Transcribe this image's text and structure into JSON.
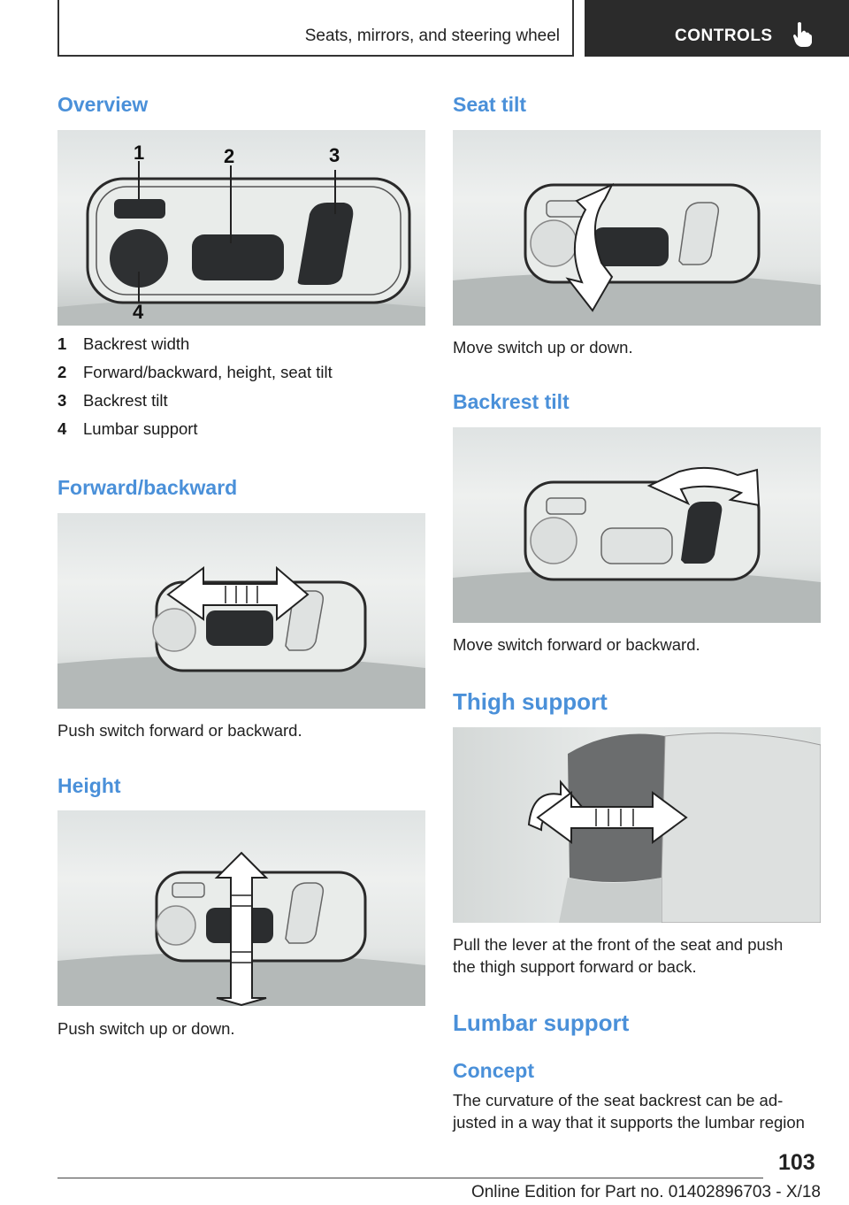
{
  "header": {
    "chapter": "Seats, mirrors, and steering wheel",
    "section": "CONTROLS"
  },
  "left": {
    "overview_heading": "Overview",
    "callouts": [
      "1",
      "2",
      "3",
      "4"
    ],
    "legend": [
      {
        "num": "1",
        "label": "Backrest width"
      },
      {
        "num": "2",
        "label": "Forward/backward, height, seat tilt"
      },
      {
        "num": "3",
        "label": "Backrest tilt"
      },
      {
        "num": "4",
        "label": "Lumbar support"
      }
    ],
    "forward_heading": "Forward/backward",
    "forward_text": "Push switch forward or backward.",
    "height_heading": "Height",
    "height_text": "Push switch up or down."
  },
  "right": {
    "seat_tilt_heading": "Seat tilt",
    "seat_tilt_text": "Move switch up or down.",
    "backrest_heading": "Backrest tilt",
    "backrest_text": "Move switch forward or backward.",
    "thigh_heading": "Thigh support",
    "thigh_text_1": "Pull the lever at the front of the seat and push",
    "thigh_text_2": "the thigh support forward or back.",
    "lumbar_heading": "Lumbar support",
    "concept_heading": "Concept",
    "concept_text_1": "The curvature of the seat backrest can be ad-",
    "concept_text_2": "justed in a way that it supports the lumbar region"
  },
  "footer": {
    "page_number": "103",
    "edition": "Online Edition for Part no. 01402896703 - X/18"
  },
  "icons": {
    "hand": "pointing-hand-icon"
  }
}
